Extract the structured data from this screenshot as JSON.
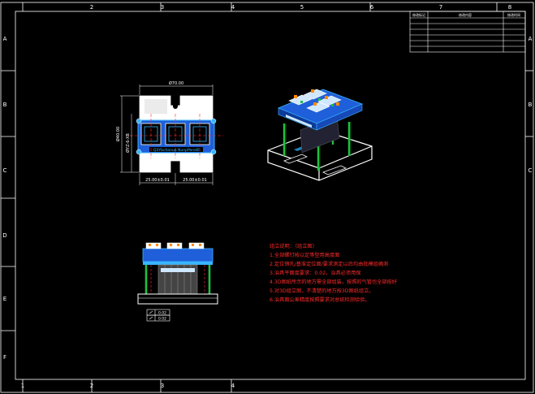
{
  "colors": {
    "background": "#000000",
    "frame": "#ffffff",
    "dimension": "#ffffff",
    "centerline": "#ff3030",
    "plate_blue": "#1f5fd9",
    "plate_cyan": "#38b6ff",
    "post_green": "#20c040",
    "base_white": "#ffffff",
    "notes_red": "#ff2a2a"
  },
  "frame": {
    "col_labels_top": [
      "2",
      "3",
      "4",
      "5",
      "6",
      "7",
      "8"
    ],
    "col_labels_bottom": [
      "1",
      "2",
      "3",
      "4"
    ],
    "row_labels_left": [
      "A",
      "B",
      "C",
      "D",
      "E",
      "F"
    ],
    "row_labels_right": [
      "A",
      "B",
      "C"
    ]
  },
  "title_block": {
    "header_col1": "修改标记",
    "header_col2": "修改内容",
    "header_col3": "修改时间"
  },
  "top_view": {
    "width_dim": "Ø70.00",
    "height_dim": "Ø40.00",
    "left_dim": "ØYZ-6-XB",
    "bottom_left_dim": "25.00±0.01",
    "bottom_right_dim": "25.00±0.01",
    "label_strip": "Q3Ybchanup NunpPeneB"
  },
  "front_view": {
    "surface_symbol": "0.02",
    "flatness_symbol": "0.02"
  },
  "notes": {
    "title": "组立说明：（组立图）",
    "lines": [
      "1.全部螺钉按以定等型用高度面",
      "2.定位销孔/基准定位面/要求测定以后均由批模组确测",
      "3.治具平面度要求：0.02，治具必须用保",
      "4.3D图纸所示的地方需全部组装，按照的气管也全部按好",
      "5.对3D组立图，不清楚的地方按3D图纸组立。",
      "6.治具面公差精度按照要求对总统检测验验。"
    ]
  }
}
